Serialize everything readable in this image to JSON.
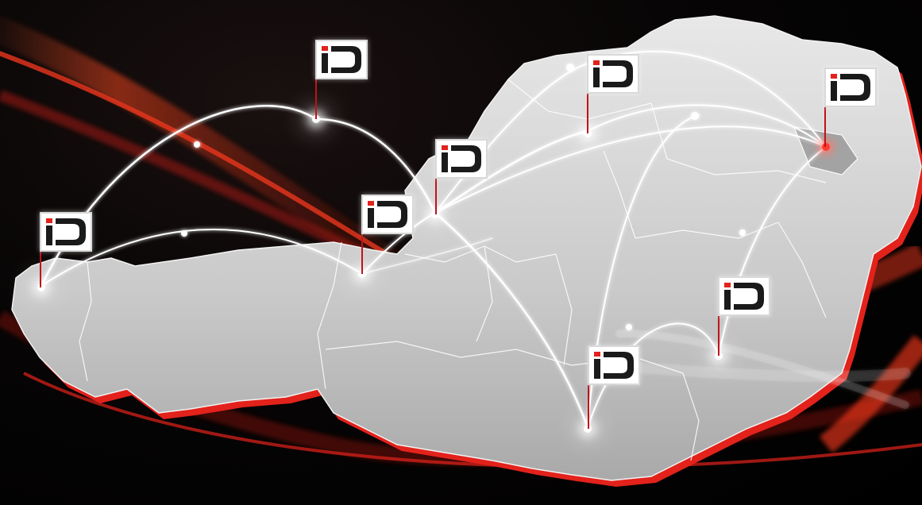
{
  "map": {
    "region": "Austria",
    "logo_icon": "id-logo-icon",
    "colors": {
      "background": "#000000",
      "land": "#cfcfcf",
      "land_edge": "#e2221b",
      "route": "#ffffff",
      "swoosh": "#e5261c",
      "flag_pole": "#c0121a"
    },
    "locations": [
      {
        "id": "north-germany"
      },
      {
        "id": "switzerland"
      },
      {
        "id": "innsbruck"
      },
      {
        "id": "salzburg"
      },
      {
        "id": "linz"
      },
      {
        "id": "vienna"
      },
      {
        "id": "graz"
      },
      {
        "id": "klagenfurt"
      }
    ]
  }
}
